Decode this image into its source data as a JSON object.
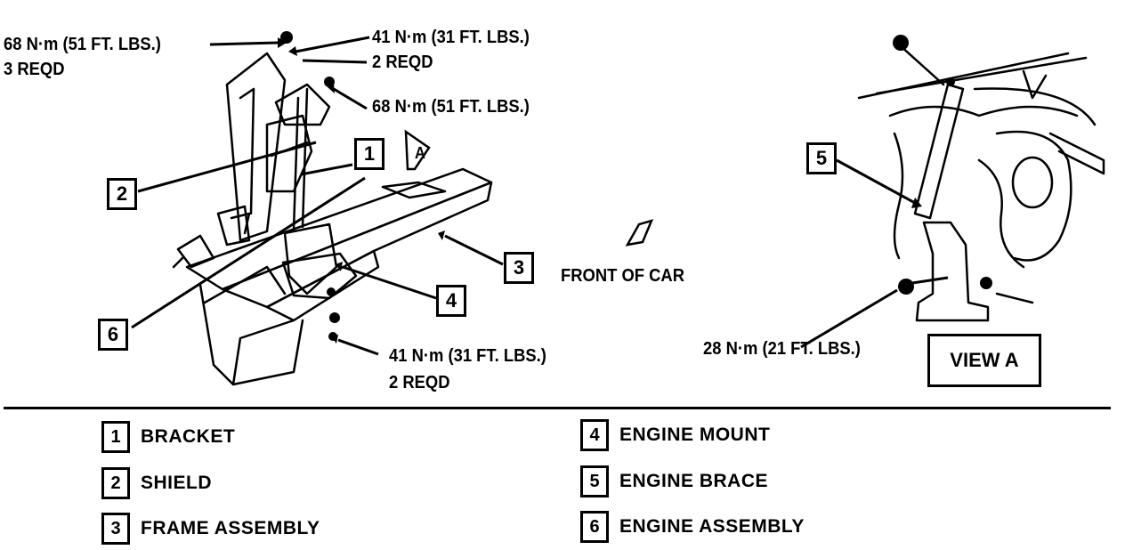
{
  "torque_labels": {
    "top_left_1": "68 N·m (51 FT. LBS.)",
    "top_left_2": "3 REQD",
    "top_mid_1": "41 N·m (31 FT. LBS.)",
    "top_mid_2": "2 REQD",
    "mid": "68 N·m (51 FT. LBS.)",
    "bottom_1": "41 N·m (31 FT. LBS.)",
    "bottom_2": "2 REQD",
    "view_a": "28 N·m (21 FT. LBS.)"
  },
  "callouts": {
    "c1": "1",
    "c2": "2",
    "c3": "3",
    "c4": "4",
    "c5": "5",
    "c6": "6",
    "detail_ref": "A"
  },
  "front_of_car": "FRONT OF CAR",
  "view_label": "VIEW A",
  "legend": [
    {
      "num": "1",
      "text": "BRACKET"
    },
    {
      "num": "2",
      "text": "SHIELD"
    },
    {
      "num": "3",
      "text": "FRAME ASSEMBLY"
    },
    {
      "num": "4",
      "text": "ENGINE MOUNT"
    },
    {
      "num": "5",
      "text": "ENGINE BRACE"
    },
    {
      "num": "6",
      "text": "ENGINE ASSEMBLY"
    }
  ]
}
